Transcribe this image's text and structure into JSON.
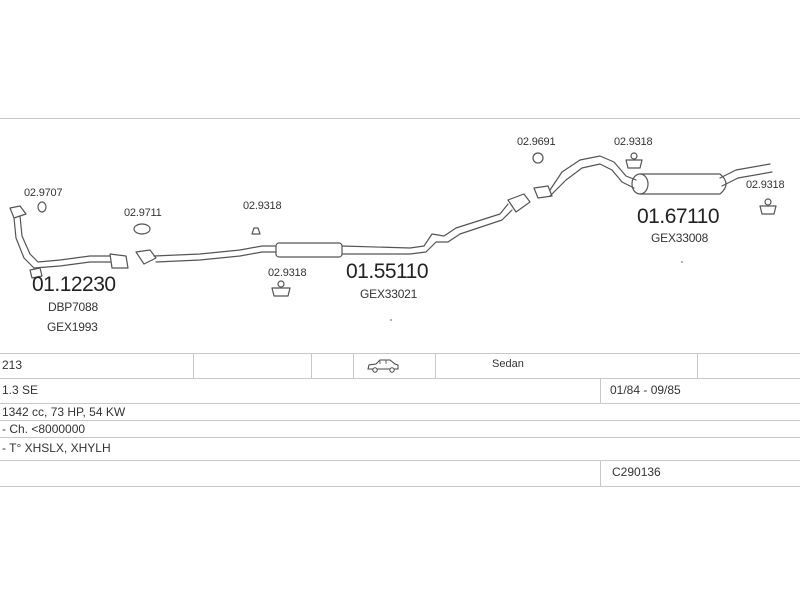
{
  "parts": {
    "p1": {
      "gasket": "02.9707",
      "number": "01.12230",
      "ref1": "DBP7088",
      "ref2": "GEX1993"
    },
    "p2": {
      "gasket": "02.9711"
    },
    "p3": {
      "hanger_top": "02.9318",
      "hanger_bottom": "02.9318",
      "number": "01.55110",
      "ref1": "GEX33021"
    },
    "p4": {
      "gasket": "02.9691",
      "hanger_top": "02.9318",
      "hanger_right": "02.9318",
      "number": "01.67110",
      "ref1": "GEX33008"
    }
  },
  "table": {
    "r1": {
      "model": "213",
      "body": "Sedan",
      "car_icon": "sedan-car-icon"
    },
    "r2": {
      "version": "1.3 SE",
      "years": "01/84 - 09/85"
    },
    "r3": {
      "engine": "1342 cc, 73 HP, 54 KW"
    },
    "r4": {
      "chassis": "- Ch. <8000000"
    },
    "r5": {
      "type": "- T° XHSLX, XHYLH"
    },
    "r6": {
      "code": "C290136"
    }
  }
}
